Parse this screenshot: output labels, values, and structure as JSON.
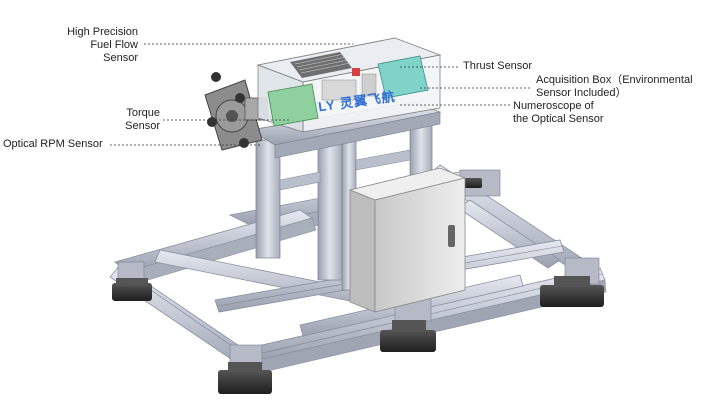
{
  "labels": {
    "fuel_flow": "High Precision\nFuel Flow\nSensor",
    "torque": "Torque\nSensor",
    "optical_rpm": "Optical RPM Sensor",
    "thrust": "Thrust Sensor",
    "acquisition_box": "Acquisition Box（Environmental\nSensor Included）",
    "numeroscope": "Numeroscope of\nthe Optical Sensor"
  },
  "logo_text": "LY 灵翼飞航",
  "colors": {
    "frame": "#c9ced9",
    "frame_dark": "#8a90a0",
    "cabinet": "#dcdcdc",
    "feet": "#2b2b2b",
    "box_green": "#8fd19e",
    "box_teal": "#7fd3c9",
    "logo_blue": "#2f6fd6"
  }
}
